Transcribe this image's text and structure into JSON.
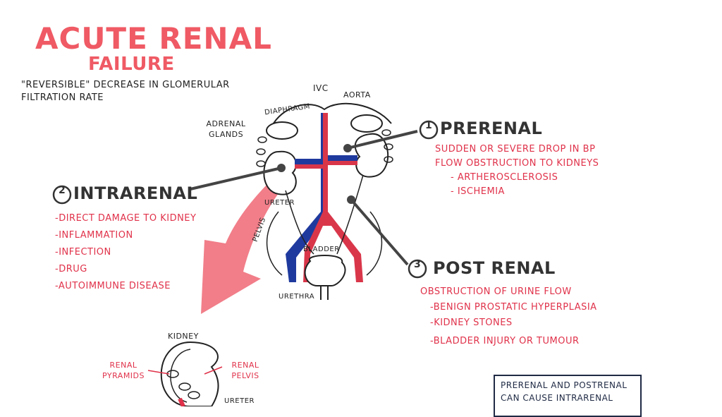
{
  "title": "ACUTE RENAL",
  "subtitle": "FAILURE",
  "definition": "\"REVERSIBLE\" DECREASE IN GLOMERULAR FILTRATION RATE",
  "anatomy_labels": {
    "ivc": "IVC",
    "aorta": "AORTA",
    "diaphragm": "DIAPHRAGM",
    "adrenal_glands": "ADRENAL GLANDS",
    "ureter": "URETER",
    "pelvis": "PELVIS",
    "bladder": "BLADDER",
    "urethra": "URETHRA"
  },
  "prerenal": {
    "number": "1",
    "title": "PRERENAL",
    "items": [
      "SUDDEN OR SEVERE DROP IN BP",
      "FLOW OBSTRUCTION TO KIDNEYS",
      "- ARTHEROSCLEROSIS",
      "- ISCHEMIA"
    ]
  },
  "intrarenal": {
    "number": "2",
    "title": "INTRARENAL",
    "items": [
      "-DIRECT DAMAGE TO KIDNEY",
      "-INFLAMMATION",
      "-INFECTION",
      "-DRUG",
      "-AUTOIMMUNE DISEASE"
    ]
  },
  "postrenal": {
    "number": "3",
    "title": "POST RENAL",
    "items": [
      "OBSTRUCTION OF URINE FLOW",
      "-BENIGN PROSTATIC HYPERPLASIA",
      "-KIDNEY STONES",
      "-BLADDER INJURY OR TUMOUR"
    ]
  },
  "kidney_detail": {
    "title": "KIDNEY",
    "renal_pyramids": "RENAL PYRAMIDS",
    "renal_pelvis": "RENAL PELVIS",
    "ureter": "URETER"
  },
  "note": "PRERENAL AND POSTRENAL CAN CAUSE INTRARENAL",
  "colors": {
    "accent_red": "#ef5a64",
    "list_red": "#e0324a",
    "vein_blue": "#1f3a9e",
    "artery_red": "#d9364a",
    "ink": "#222222"
  }
}
